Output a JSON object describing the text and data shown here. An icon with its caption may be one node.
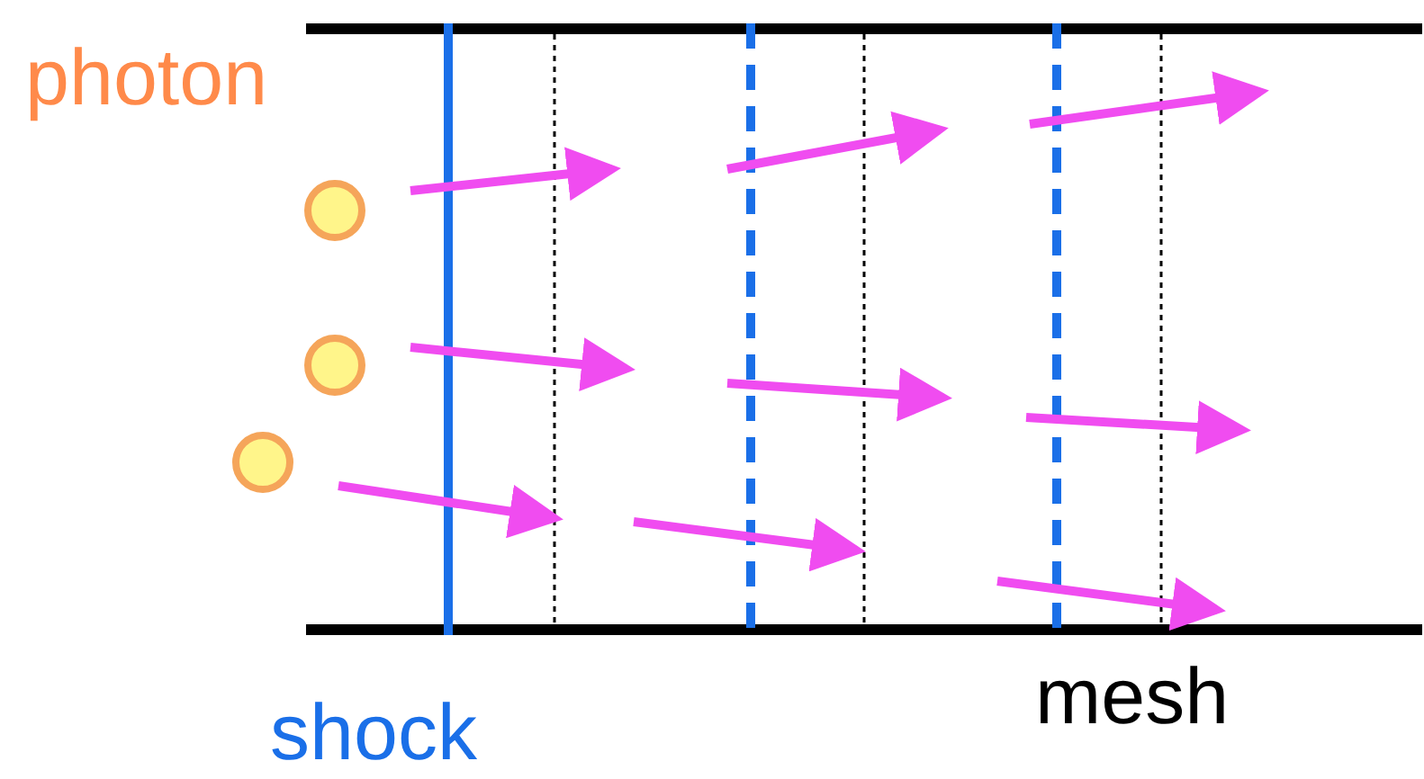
{
  "diagram": {
    "labels": [
      "photon",
      "shock",
      "mesh"
    ]
  }
}
